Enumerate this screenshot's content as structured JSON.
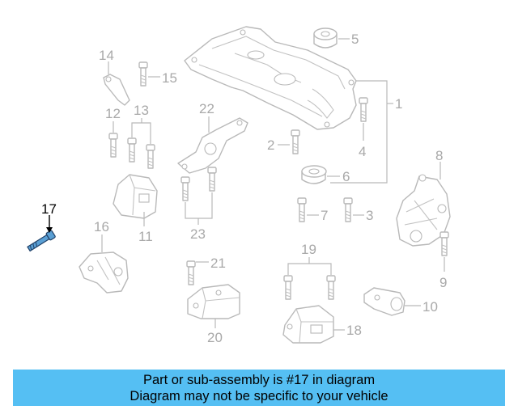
{
  "highlighted_part": "17",
  "part_callouts": [
    {
      "id": "p1",
      "label": "1"
    },
    {
      "id": "p3",
      "label": "3"
    },
    {
      "id": "p4",
      "label": "4"
    },
    {
      "id": "p5",
      "label": "5"
    },
    {
      "id": "p6",
      "label": "6"
    },
    {
      "id": "p7",
      "label": "7"
    },
    {
      "id": "p8",
      "label": "8"
    },
    {
      "id": "p9",
      "label": "9"
    },
    {
      "id": "p10",
      "label": "10"
    },
    {
      "id": "p11",
      "label": "11"
    },
    {
      "id": "p12",
      "label": "12"
    },
    {
      "id": "p13",
      "label": "13"
    },
    {
      "id": "p14",
      "label": "14"
    },
    {
      "id": "p15",
      "label": "15"
    },
    {
      "id": "p16",
      "label": "16"
    },
    {
      "id": "p17",
      "label": "17"
    },
    {
      "id": "p18",
      "label": "18"
    },
    {
      "id": "p19",
      "label": "19"
    },
    {
      "id": "p20",
      "label": "20"
    },
    {
      "id": "p21",
      "label": "21"
    },
    {
      "id": "p22",
      "label": "22"
    },
    {
      "id": "p23",
      "label": "23"
    }
  ],
  "banner": {
    "line1": "Part or sub-assembly is #17 in diagram",
    "line2": "Diagram may not be specific to your vehicle"
  },
  "colors": {
    "banner_bg": "#55bff3",
    "part_line": "#b9b9b9",
    "label_gray": "#a9a9a9",
    "highlight_fill": "#5a9fd4",
    "highlight_label": "#000000"
  }
}
